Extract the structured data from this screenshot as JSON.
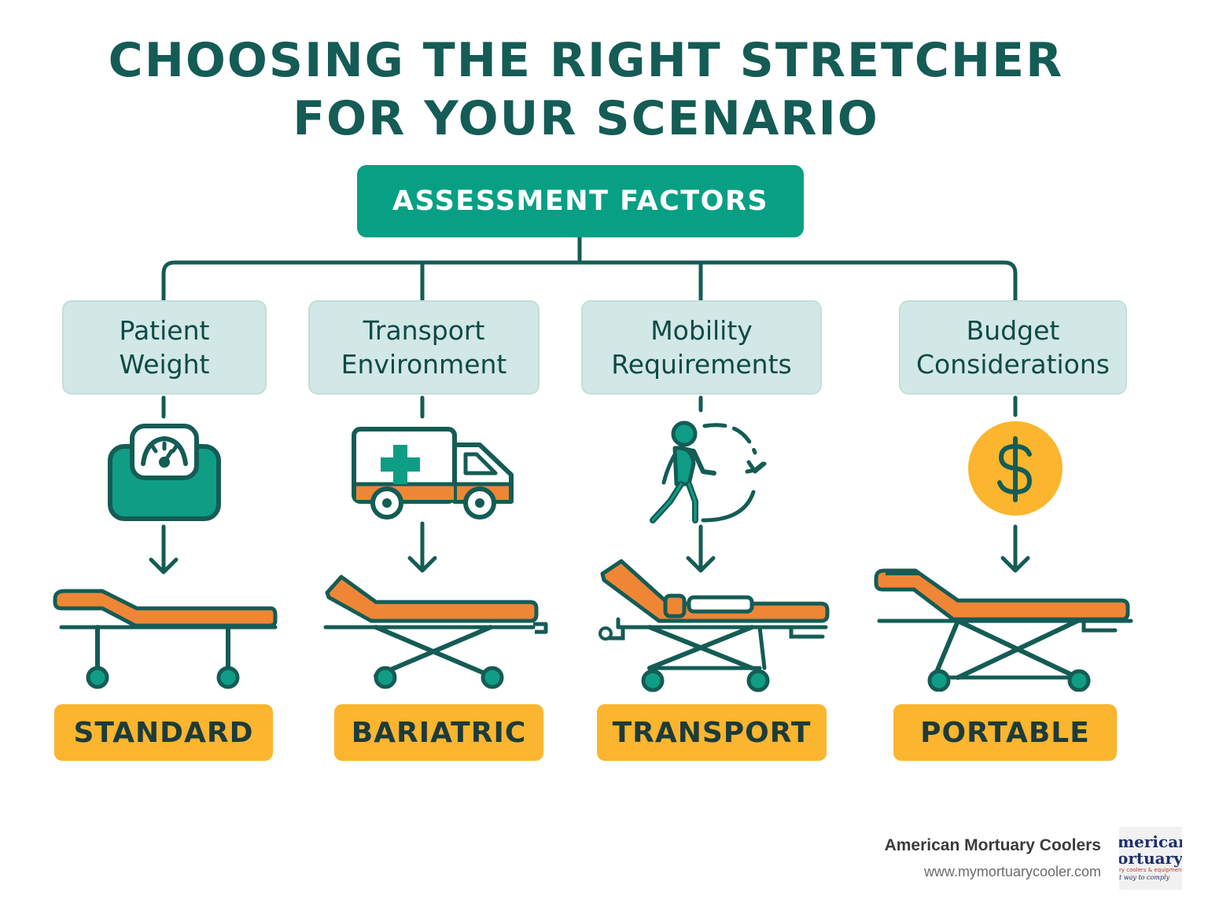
{
  "title": {
    "line1": "CHOOSING THE RIGHT STRETCHER",
    "line2": "FOR YOUR SCENARIO"
  },
  "root": {
    "label": "ASSESSMENT FACTORS"
  },
  "factors": [
    {
      "line1": "Patient",
      "line2": "Weight"
    },
    {
      "line1": "Transport",
      "line2": "Environment"
    },
    {
      "line1": "Mobility",
      "line2": "Requirements"
    },
    {
      "line1": "Budget",
      "line2": "Considerations"
    }
  ],
  "icons": [
    "scale-icon",
    "ambulance-icon",
    "walking-person-icon",
    "dollar-coin-icon"
  ],
  "stretcher_icons": [
    "standard-stretcher-icon",
    "bariatric-stretcher-icon",
    "transport-stretcher-icon",
    "portable-stretcher-icon"
  ],
  "outcomes": [
    "STANDARD",
    "BARIATRIC",
    "TRANSPORT",
    "PORTABLE"
  ],
  "brand": {
    "name": "American Mortuary Coolers",
    "url": "www.mymortuarycooler.com",
    "logo_text_line1": "merican",
    "logo_text_line2": "ortuary",
    "logo_text_line3": "ry coolers & equipment",
    "logo_text_line4": "t way to comply"
  },
  "colors": {
    "teal_dark": "#145c55",
    "teal_button": "#07a085",
    "factor_bg": "#d2e8e6",
    "orange": "#ef8636",
    "yellow": "#fbb52e"
  }
}
